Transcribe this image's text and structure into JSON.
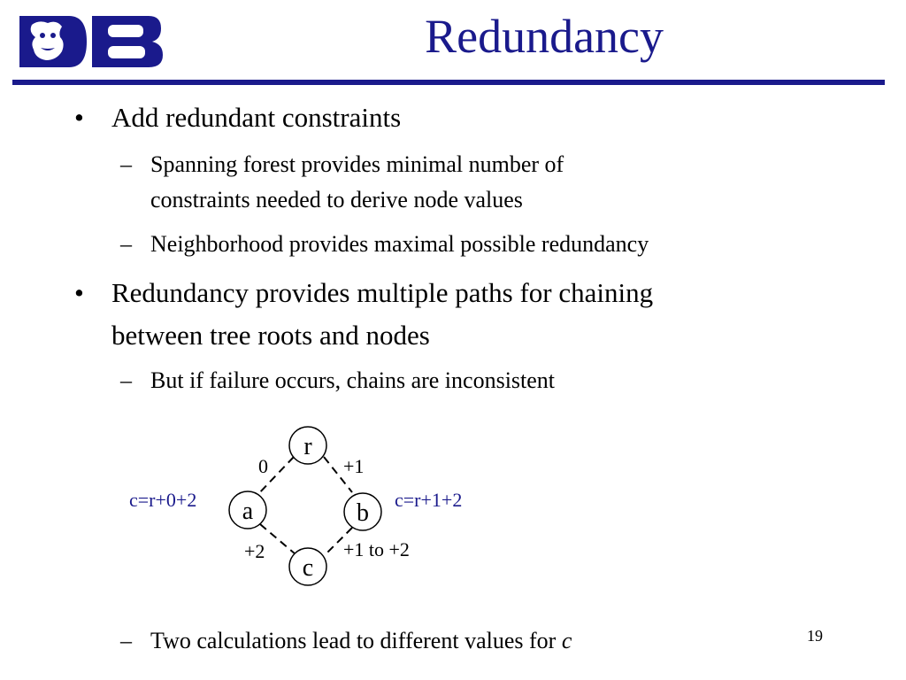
{
  "slide": {
    "title": "Redundancy",
    "page_number": "19",
    "colors": {
      "title": "#1a1a8c",
      "rule": "#1a1a8c",
      "equations": "#1a1a8c",
      "logo": "#1a1a8c"
    },
    "logo_icon": "duke-blue-devil-db-logo"
  },
  "bullets": [
    {
      "text": "Add redundant constraints"
    },
    {
      "text": "Spanning forest provides minimal number of"
    },
    {
      "text": "constraints needed to derive node values"
    },
    {
      "text": "Neighborhood provides maximal possible redundancy"
    },
    {
      "text": "Redundancy provides multiple paths for chaining"
    },
    {
      "text": "between tree roots and nodes"
    },
    {
      "text": "But if failure occurs, chains are inconsistent"
    },
    {
      "text_before": "Two calculations lead to different values for ",
      "text_italic": "c"
    }
  ],
  "markers": {
    "bullet": "•",
    "dash": "–"
  },
  "diagram": {
    "nodes": {
      "r": "r",
      "a": "a",
      "b": "b",
      "c": "c"
    },
    "edges": {
      "r_a": "0",
      "r_b": "+1",
      "a_c": "+2",
      "b_c": "+1 to +2"
    },
    "equations": {
      "left": "c=r+0+2",
      "right": "c=r+1+2"
    }
  }
}
